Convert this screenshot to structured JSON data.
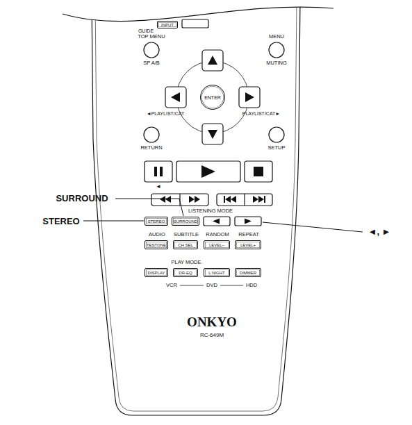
{
  "diagram": {
    "nodes": [
      {
        "text": [
          "INPUT"
        ]
      },
      {
        "text": [
          "ENTER"
        ]
      },
      {
        "text": [
          "STEREO"
        ]
      },
      {
        "text": [
          "SURROUND"
        ]
      },
      {
        "text": [
          "TESTONE"
        ]
      },
      {
        "text": [
          "CH SEL"
        ]
      },
      {
        "text": [
          "LEVEL−"
        ]
      },
      {
        "text": [
          "LEVEL+"
        ]
      },
      {
        "text": [
          "DISPLAY"
        ]
      },
      {
        "text": [
          "DR-EQ"
        ]
      },
      {
        "text": [
          "L NIGHT"
        ]
      },
      {
        "text": [
          "DIMMER"
        ]
      }
    ],
    "labels": [
      "GUIDE",
      "TOP MENU",
      "MENU",
      "SP A/B",
      "MUTING",
      "◄PLAYLIST/CAT",
      "PLAYLIST/CAT►",
      "RETURN",
      "SETUP",
      "◄",
      "LISTENING MODE",
      "AUDIO",
      "SUBTITLE",
      "RANDOM",
      "REPEAT",
      "PLAY MODE",
      "VCR",
      "DVD",
      "HDD",
      "ONKYO",
      "RC-649M",
      "SURROUND",
      "STEREO",
      "◄, ►"
    ]
  }
}
